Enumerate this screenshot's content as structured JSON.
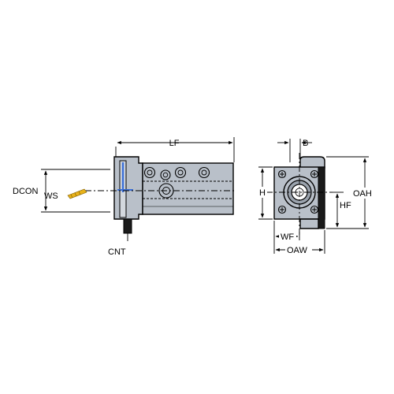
{
  "labels": {
    "lf": "LF",
    "b": "B",
    "dcon": "DCON",
    "ws": "WS",
    "cnt": "CNT",
    "h": "H",
    "oah": "OAH",
    "hf": "HF",
    "wf": "WF",
    "oaw": "OAW"
  },
  "colors": {
    "body": "#b9c0c9",
    "insert_yellow": "#e8b21a",
    "accent_blue": "#3a6fd8",
    "line": "#000000"
  }
}
